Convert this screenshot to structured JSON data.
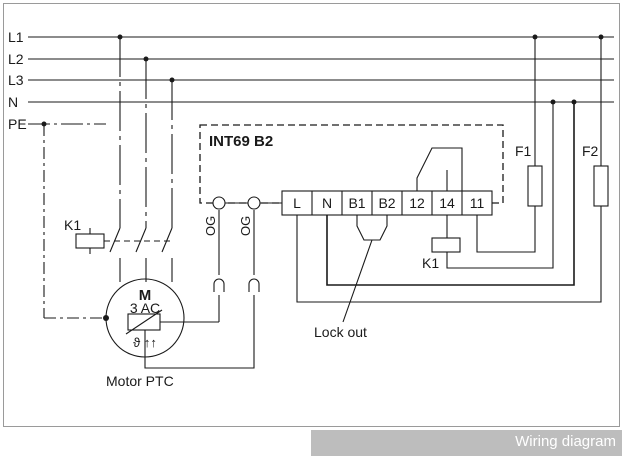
{
  "lines": {
    "l1": "L1",
    "l2": "L2",
    "l3": "L3",
    "n": "N",
    "pe": "PE"
  },
  "module": {
    "title": "INT69 B2",
    "og1": "OG",
    "og2": "OG",
    "terminals": [
      "L",
      "N",
      "B1",
      "B2",
      "12",
      "14",
      "11"
    ]
  },
  "fuses": {
    "f1": "F1",
    "f2": "F2"
  },
  "contactor": {
    "k1_left": "K1",
    "k1_right": "K1"
  },
  "motor": {
    "letter": "M",
    "phase": "3 AC",
    "ptc_symbol": "ϑ ↑↑",
    "caption": "Motor PTC"
  },
  "lockout": "Lock out",
  "footer": {
    "label": "Wiring diagram"
  }
}
